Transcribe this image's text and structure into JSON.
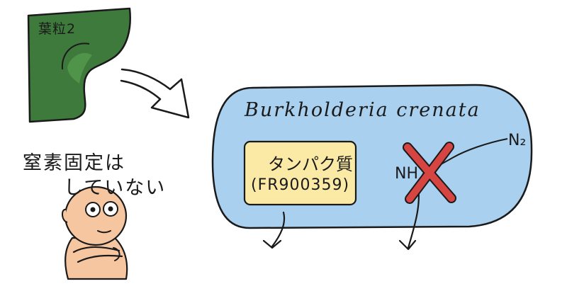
{
  "labels": {
    "root_nodule": "葉粒2",
    "species": "Burkholderia crenata",
    "protein_line1": "タンパク質",
    "protein_line2": "(FR900359)",
    "ammonia": "NH",
    "nitrogen": "N₂",
    "note_line1": "窒素固定は",
    "note_line2": "していない"
  },
  "colors": {
    "leaf": "#3f7a3d",
    "leaf_light": "#4f9449",
    "cell": "#a9d0ef",
    "protein_box": "#fbe9a6",
    "cross": "#d64541",
    "skin": "#f6c6a1",
    "outline": "#1a1a1a"
  },
  "icons": {
    "leaf": "leaf-icon",
    "person": "person-arms-crossed-icon",
    "cross": "cross-mark-icon"
  }
}
